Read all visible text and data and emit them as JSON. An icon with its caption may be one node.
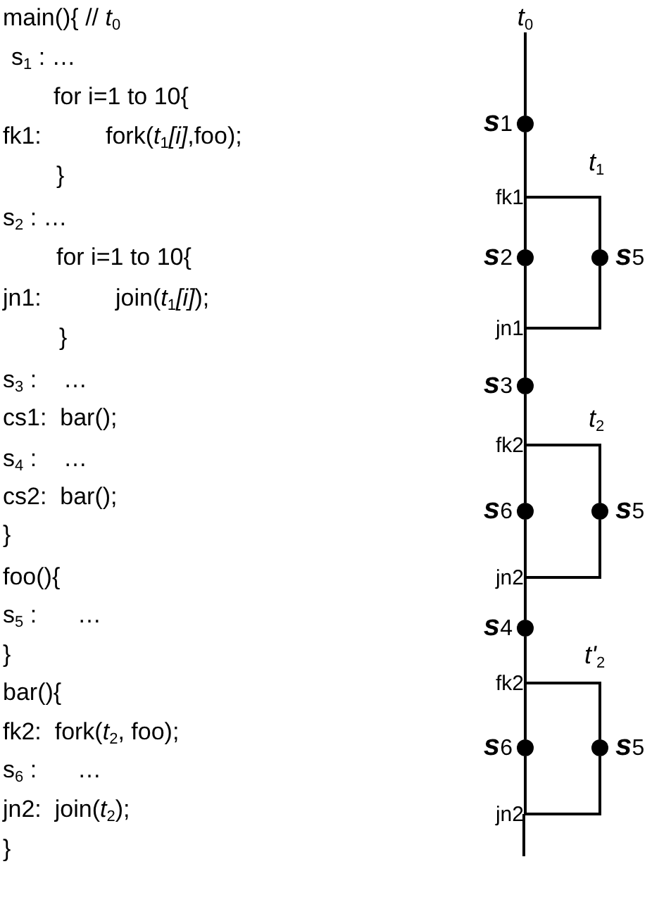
{
  "diagram": {
    "nodes": [
      {
        "text": [
          "*t*$_{0}$"
        ]
      },
      {
        "text": [],
        "shape": "circle",
        "beside": [
          "**s**1"
        ]
      },
      {
        "text": [
          "fk1"
        ]
      },
      {
        "text": [],
        "shape": "circle",
        "beside": [
          "**s**2"
        ]
      },
      {
        "text": [],
        "shape": "circle",
        "beside": [
          "**s**5"
        ]
      },
      {
        "text": [
          "jn1"
        ]
      },
      {
        "text": [],
        "shape": "circle",
        "beside": [
          "**s**3"
        ]
      },
      {
        "text": [
          "fk2"
        ]
      },
      {
        "text": [],
        "shape": "circle",
        "beside": [
          "**s**6"
        ]
      },
      {
        "text": [],
        "shape": "circle",
        "beside": [
          "**s**5"
        ]
      },
      {
        "text": [
          "jn2"
        ]
      },
      {
        "text": [],
        "shape": "circle",
        "beside": [
          "**s**4"
        ]
      },
      {
        "text": [
          "fk2"
        ]
      },
      {
        "text": [],
        "shape": "circle",
        "beside": [
          "**s**6"
        ]
      },
      {
        "text": [],
        "shape": "circle",
        "beside": [
          "**s**5"
        ]
      },
      {
        "text": [
          "jn2"
        ]
      }
    ],
    "edges": [
      {
        "from": 0,
        "to": 1,
        "arrow": "none"
      },
      {
        "from": 1,
        "to": 3,
        "arrow": "none"
      },
      {
        "from": 3,
        "to": 6,
        "arrow": "none"
      },
      {
        "from": 6,
        "to": 8,
        "arrow": "none"
      },
      {
        "from": 8,
        "to": 11,
        "arrow": "none"
      },
      {
        "from": 11,
        "to": 13,
        "arrow": "none"
      },
      {
        "from": 13,
        "to": 15,
        "arrow": "none"
      },
      {
        "from": 15,
        "to": null,
        "arrow": "none"
      },
      {
        "from": 2,
        "to": 4,
        "arrow": "none"
      },
      {
        "from": 4,
        "to": 5,
        "arrow": "none"
      },
      {
        "from": 7,
        "to": 9,
        "arrow": "none"
      },
      {
        "from": 9,
        "to": 10,
        "arrow": "none"
      },
      {
        "from": 12,
        "to": 14,
        "arrow": "none"
      },
      {
        "from": 14,
        "to": 15,
        "arrow": "none"
      }
    ],
    "labels": [
      "main(){ // *t*$_{0}$",
      "s$_{1}$ : …",
      "for i=1 to 10{",
      "fk1:",
      "fork(*t*$_{1}$*[i]*,foo);",
      "}",
      "s$_{2}$ : …",
      "for i=1 to 10{",
      "jn1:",
      "join(*t*$_{1}$*[i]*);",
      "}",
      "s$_{3}$ :",
      "…",
      "cs1:  bar();",
      "s$_{4}$ :",
      "…",
      "cs2:  bar();",
      "}",
      "foo(){",
      "s$_{5}$ :",
      "…",
      "}",
      "bar(){",
      "fk2:  fork(*t*$_{2}$, foo);",
      "s$_{6}$ :",
      "…",
      "jn2:  join(*t*$_{2}$);",
      "}",
      "*t*$_{1}$",
      "*t*$_{2}$",
      "*t'*$_{2}$"
    ]
  }
}
